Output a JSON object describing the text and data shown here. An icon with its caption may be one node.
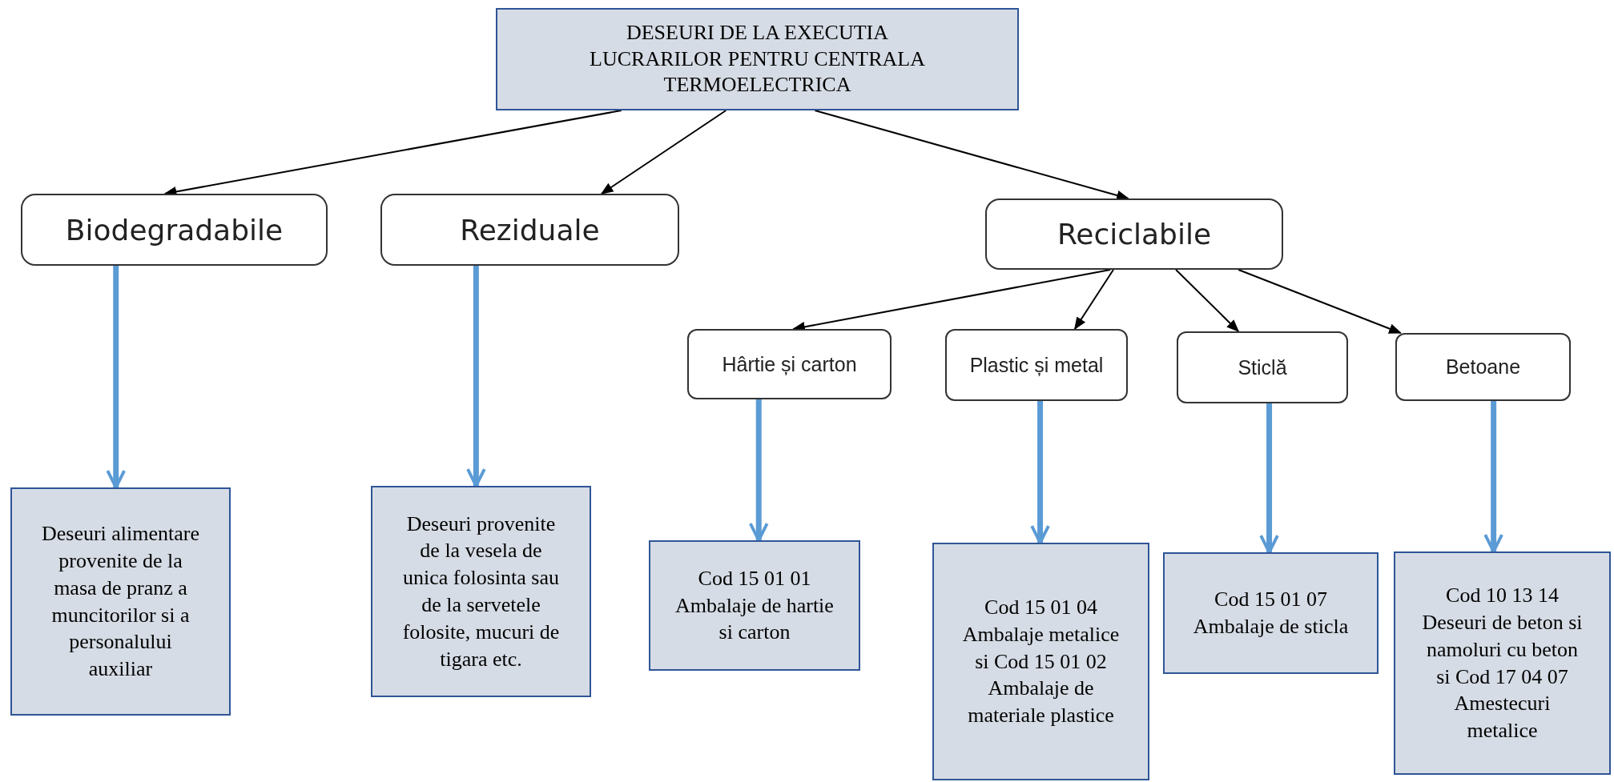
{
  "diagram": {
    "nodes": [
      {
        "text": [
          "DESEURI DE LA EXECUTIA LUCRARILOR PENTRU CENTRALA TERMOELECTRICA"
        ]
      },
      {
        "text": [
          "Biodegradabile"
        ]
      },
      {
        "text": [
          "Reziduale"
        ]
      },
      {
        "text": [
          "Reciclabile"
        ]
      },
      {
        "text": [
          "Hârtie și carton"
        ]
      },
      {
        "text": [
          "Plastic și metal"
        ]
      },
      {
        "text": [
          "Sticlă"
        ]
      },
      {
        "text": [
          "Betoane"
        ]
      },
      {
        "text": [
          "Deseuri alimentare provenite de la masa de pranz a muncitorilor si a personalului auxiliar"
        ]
      },
      {
        "text": [
          "Deseuri provenite de la vesela de unica folosinta sau de la servetele folosite, mucuri de tigara etc."
        ]
      },
      {
        "text": [
          "Cod 15 01 01 Ambalaje de hartie si carton"
        ]
      },
      {
        "text": [
          "Cod 15 01 04 Ambalaje metalice si Cod 15 01 02 Ambalaje de materiale plastice"
        ]
      },
      {
        "text": [
          "Cod 15 01 07 Ambalaje de sticla"
        ]
      },
      {
        "text": [
          "Cod 10 13 14 Deseuri de beton si namoluri cu beton si Cod 17 04 07 Amestecuri metalice"
        ]
      }
    ],
    "edges": [
      {
        "from": 0,
        "to": 1,
        "arrow": "to"
      },
      {
        "from": 0,
        "to": 2,
        "arrow": "to"
      },
      {
        "from": 0,
        "to": 3,
        "arrow": "to"
      },
      {
        "from": 3,
        "to": 4,
        "arrow": "to"
      },
      {
        "from": 3,
        "to": 5,
        "arrow": "to"
      },
      {
        "from": 3,
        "to": 6,
        "arrow": "to"
      },
      {
        "from": 3,
        "to": 7,
        "arrow": "to"
      },
      {
        "from": 1,
        "to": 8,
        "arrow": "to",
        "style": "thick",
        "color": "#5b9bd5"
      },
      {
        "from": 2,
        "to": 9,
        "arrow": "to",
        "style": "thick",
        "color": "#5b9bd5"
      },
      {
        "from": 4,
        "to": 10,
        "arrow": "to",
        "style": "thick",
        "color": "#5b9bd5"
      },
      {
        "from": 5,
        "to": 11,
        "arrow": "to",
        "style": "thick",
        "color": "#5b9bd5"
      },
      {
        "from": 6,
        "to": 12,
        "arrow": "to",
        "style": "thick",
        "color": "#5b9bd5"
      },
      {
        "from": 7,
        "to": 13,
        "arrow": "to",
        "style": "thick",
        "color": "#5b9bd5"
      }
    ]
  }
}
